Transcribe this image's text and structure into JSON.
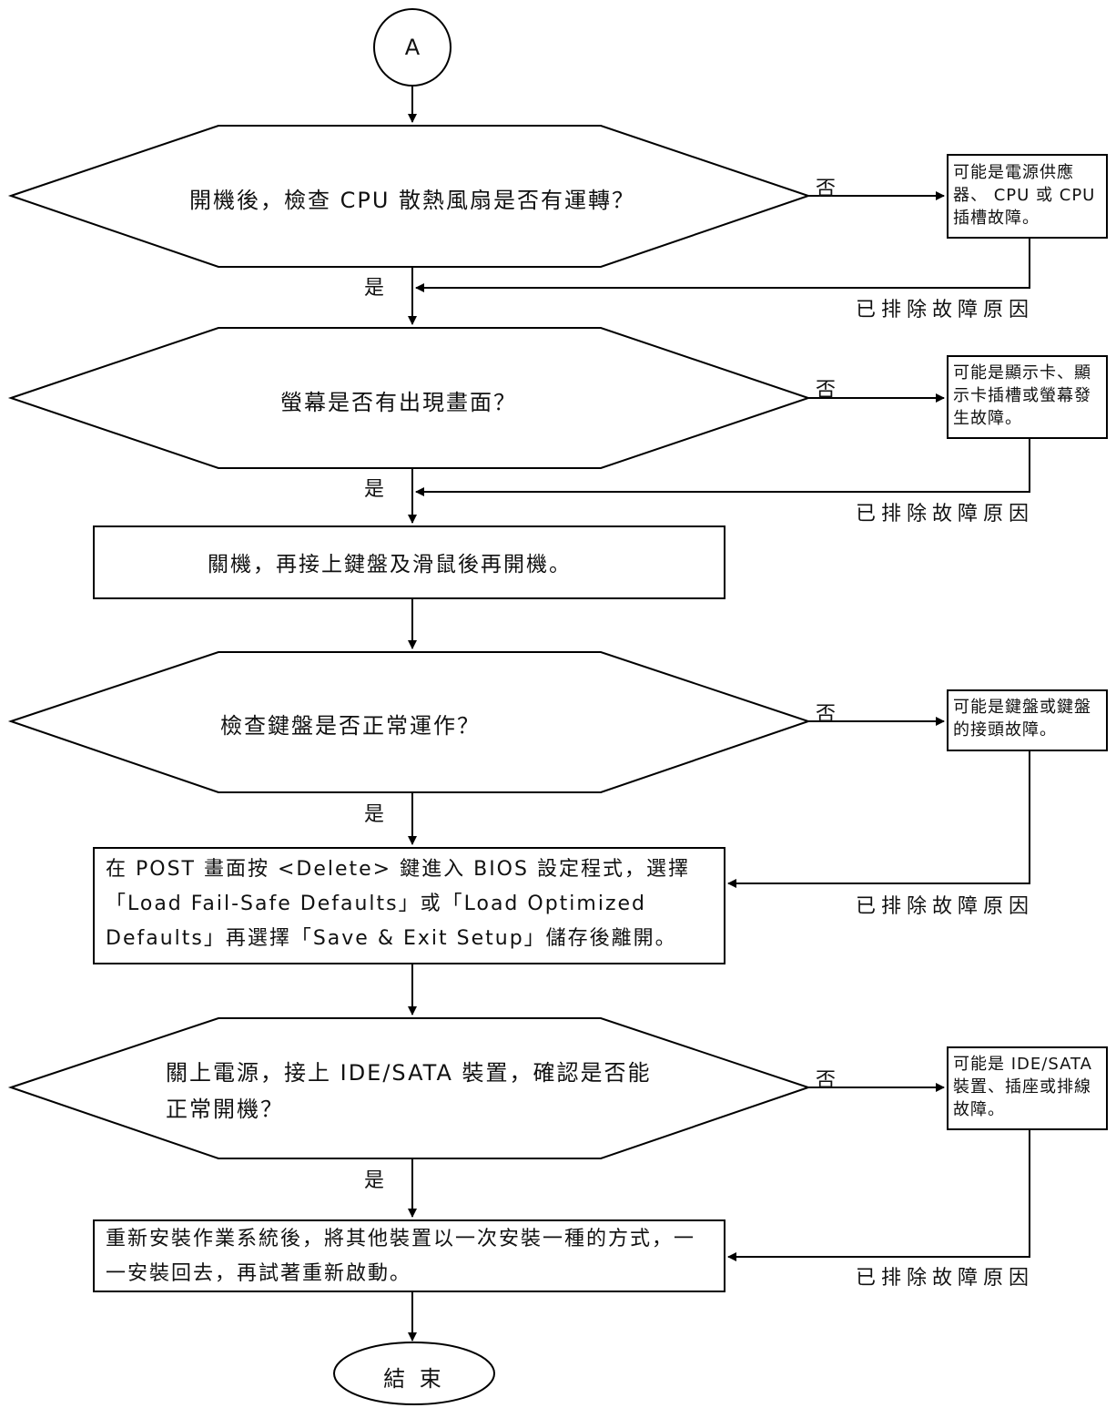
{
  "flow": {
    "start": "A",
    "end": "結 束",
    "yes": "是",
    "no": "否",
    "fixed": "已排除故障原因",
    "d1": "開機後，檢查 CPU 散熱風扇是否有運轉？",
    "n1": "可能是電源供應器、 CPU 或 CPU 插槽故障。",
    "d2": "螢幕是否有出現畫面？",
    "n2": "可能是顯示卡、顯示卡插槽或螢幕發生故障。",
    "p1": "關機，再接上鍵盤及滑鼠後再開機。",
    "d3": "檢查鍵盤是否正常運作？",
    "n3": "可能是鍵盤或鍵盤的接頭故障。",
    "p2": "在 POST 畫面按 <Delete> 鍵進入 BIOS 設定程式，選擇「Load Fail-Safe Defaults」或「Load Optimized Defaults」再選擇「Save & Exit Setup」儲存後離開。",
    "d4a": "關上電源，接上 IDE/SATA 裝置，確認是否能",
    "d4b": "正常開機？",
    "n4": "可能是 IDE/SATA 裝置、插座或排線故障。",
    "p3": "重新安裝作業系統後，將其他裝置以一次安裝一種的方式，一一安裝回去，再試著重新啟動。"
  }
}
